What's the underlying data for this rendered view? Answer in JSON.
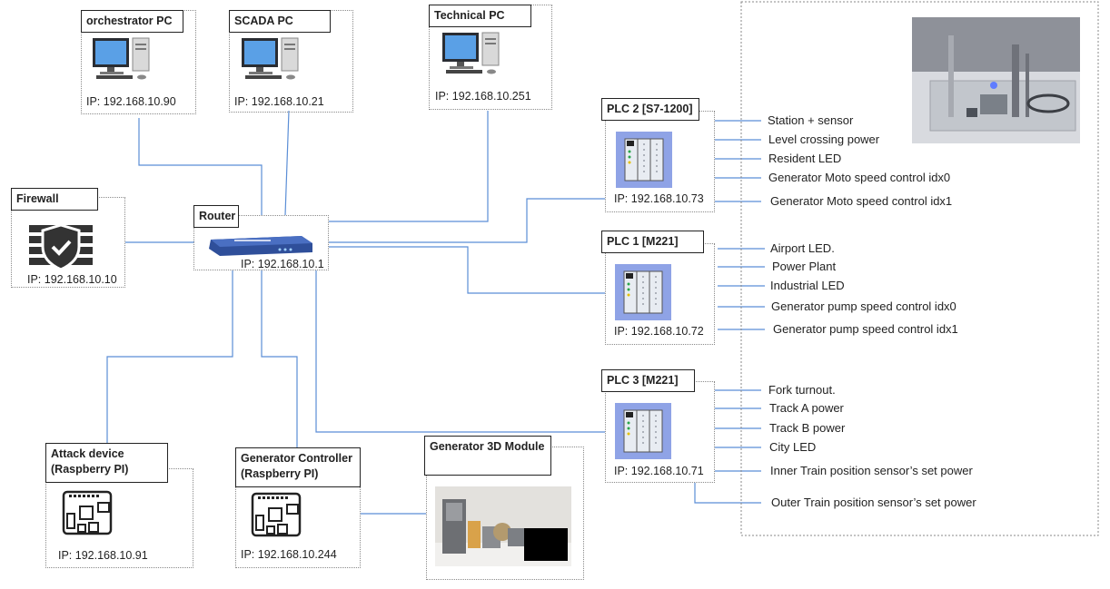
{
  "nodes": {
    "orchestrator": {
      "title": "orchestrator PC",
      "ip": "IP: 192.168.10.90"
    },
    "scada": {
      "title": "SCADA PC",
      "ip": "IP: 192.168.10.21"
    },
    "technical": {
      "title": "Technical PC",
      "ip": "IP: 192.168.10.251"
    },
    "firewall": {
      "title": "Firewall",
      "ip": "IP: 192.168.10.10"
    },
    "router": {
      "title": "Router",
      "ip": "IP: 192.168.10.1"
    },
    "plc2": {
      "title": "PLC 2 [S7-1200]",
      "ip": "IP: 192.168.10.73"
    },
    "plc1": {
      "title": "PLC 1 [M221]",
      "ip": "IP: 192.168.10.72"
    },
    "plc3": {
      "title": "PLC 3 [M221]",
      "ip": "IP: 192.168.10.71"
    },
    "attack": {
      "title": "Attack device (Raspberry PI)",
      "ip": "IP: 192.168.10.91"
    },
    "generator_controller": {
      "title": "Generator Controller (Raspberry PI)",
      "ip": "IP: 192.168.10.244"
    },
    "generator_module": {
      "title": "Generator 3D Module"
    }
  },
  "plc2_signals": [
    "Station + sensor",
    "Level crossing power",
    "Resident LED",
    "Generator Moto speed control idx0",
    "Generator Moto speed control idx1"
  ],
  "plc1_signals": [
    "Airport LED.",
    "Power Plant",
    "Industrial LED",
    "Generator pump speed control idx0",
    "Generator pump speed control idx1"
  ],
  "plc3_signals": [
    "Fork turnout.",
    "Track A power",
    "Track B power",
    "City LED",
    "Inner Train position sensor’s set power",
    "Outer Train position sensor’s set power"
  ],
  "colors": {
    "wire": "#5b8ed6",
    "plc_bg": "#8fa3e6",
    "router": "#2f4f9a",
    "firewall": "#333333"
  }
}
